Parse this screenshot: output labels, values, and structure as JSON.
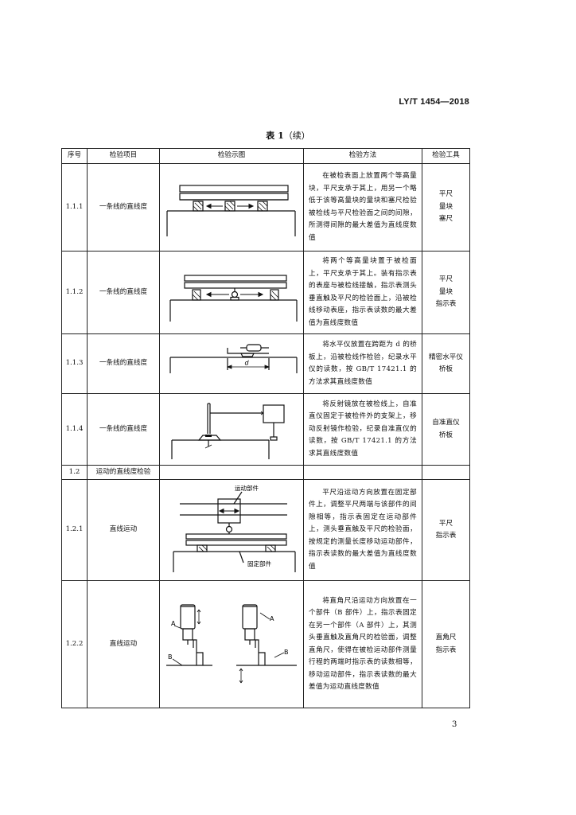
{
  "header": {
    "std_code": "LY/T 1454—2018"
  },
  "table": {
    "title_bold": "表 1",
    "title_rest": "（续）",
    "columns": [
      "序号",
      "检验项目",
      "检验示图",
      "检验方法",
      "检验工具"
    ],
    "rows": [
      {
        "no": "1.1.1",
        "item": "一条线的直线度",
        "method": "在被检表面上放置两个等高量块，平尺支承于其上，用另一个略低于该等高量块的量块和塞尺检验被检线与平尺检验面之间的间隙，所测得间隙的最大差值为直线度数值",
        "tools": "平尺\n量块\n塞尺"
      },
      {
        "no": "1.1.2",
        "item": "一条线的直线度",
        "method": "将两个等高量块置于被检面上，平尺支承于其上。装有指示表的表座与被检线接触，指示表测头垂直触及平尺的检验面上，沿被检线移动表座，指示表读数的最大差值为直线度数值",
        "tools": "平尺\n量块\n指示表"
      },
      {
        "no": "1.1.3",
        "item": "一条线的直线度",
        "method": "将水平仪放置在跨距为 d 的桥板上，沿被检线作检验，纪录水平仪的读数，按 GB/T 17421.1 的方法求其直线度数值",
        "tools": "精密水平仪\n桥板",
        "diagram_label": "d"
      },
      {
        "no": "1.1.4",
        "item": "一条线的直线度",
        "method": "将反射镜放在被检线上，自准直仪固定于被检件外的支架上，移动反射镜作检验，纪录自准直仪的读数，按 GB/T 17421.1 的方法求其直线度数值",
        "tools": "自准直仪\n桥板"
      },
      {
        "no": "1.2",
        "item": "运动的直线度检验",
        "method": "",
        "tools": ""
      },
      {
        "no": "1.2.1",
        "item": "直线运动",
        "method": "平尺沿运动方向放置在固定部件上，调整平尺两端与该部件的间隙相等，指示表固定在运动部件上，测头垂直触及平尺的检验面，按规定的测量长度移动运动部件，指示表读数的最大差值为直线度数值",
        "tools": "平尺\n指示表",
        "diagram_labels": {
          "moving": "运动部件",
          "fixed": "固定部件"
        }
      },
      {
        "no": "1.2.2",
        "item": "直线运动",
        "method": "将直角尺沿运动方向放置在一个部件（B 部件）上，指示表固定在另一个部件（A 部件）上，其测头垂直触及直角尺的检验面，调整直角尺，使得在被检运动部件测量行程的两端时指示表的读数相等，移动运动部件，指示表读数的最大差值为运动直线度数值",
        "tools": "直角尺\n指示表",
        "diagram_labels": {
          "a": "A",
          "b": "B"
        }
      }
    ]
  },
  "footer": {
    "page_number": "3"
  }
}
